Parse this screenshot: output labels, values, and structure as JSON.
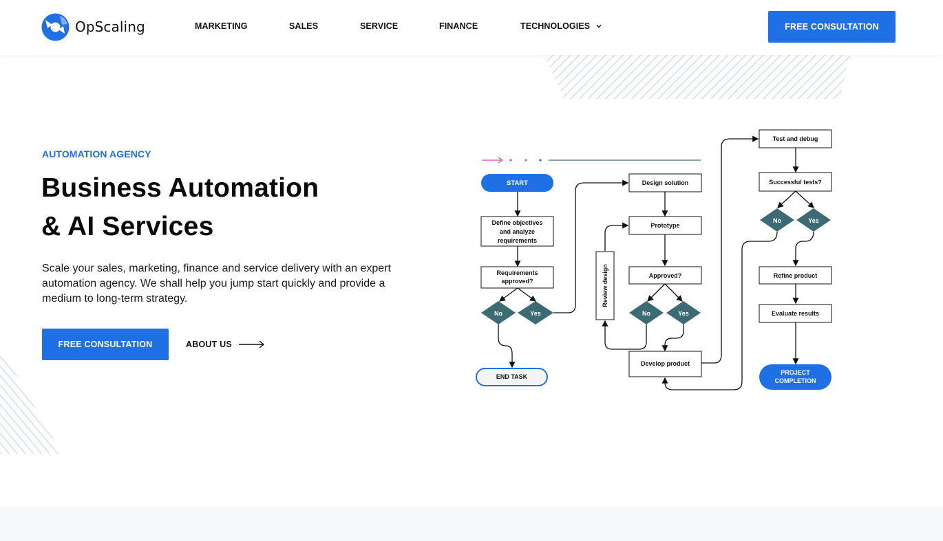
{
  "brand": {
    "name": "OpScaling",
    "logo_icon": "opscaling-logo-icon",
    "accent_color": "#1f6fe5"
  },
  "nav": {
    "items": [
      {
        "label": "MARKETING"
      },
      {
        "label": "SALES"
      },
      {
        "label": "SERVICE"
      },
      {
        "label": "FINANCE"
      },
      {
        "label": "TECHNOLOGIES",
        "has_dropdown": true
      }
    ],
    "cta_label": "FREE CONSULTATION"
  },
  "hero": {
    "eyebrow": "AUTOMATION AGENCY",
    "title_line1": "Business Automation",
    "title_line2": "& AI Services",
    "description": "Scale your sales, marketing, finance and service delivery with an expert automation agency. We shall help you jump start quickly and provide a medium to long-term strategy.",
    "cta_label": "FREE CONSULTATION",
    "secondary_label": "ABOUT US"
  },
  "flowchart": {
    "start": "START",
    "define_1": "Define objectives",
    "define_2": "and analyze",
    "define_3": "requirements",
    "req_1": "Requirements",
    "req_2": "approved?",
    "no": "No",
    "yes": "Yes",
    "end_task": "END TASK",
    "design_solution": "Design solution",
    "prototype": "Prototype",
    "approved": "Approved?",
    "review_design": "Review design",
    "develop_product": "Develop product",
    "test_debug": "Test and debug",
    "successful_tests": "Successful tests?",
    "refine_product": "Refine product",
    "evaluate_results": "Evaluate results",
    "completion_1": "PROJECT",
    "completion_2": "COMPLETION",
    "colors": {
      "blue": "#1f6fe5",
      "teal": "#3d6b74",
      "pink": "#d64b9a"
    }
  }
}
